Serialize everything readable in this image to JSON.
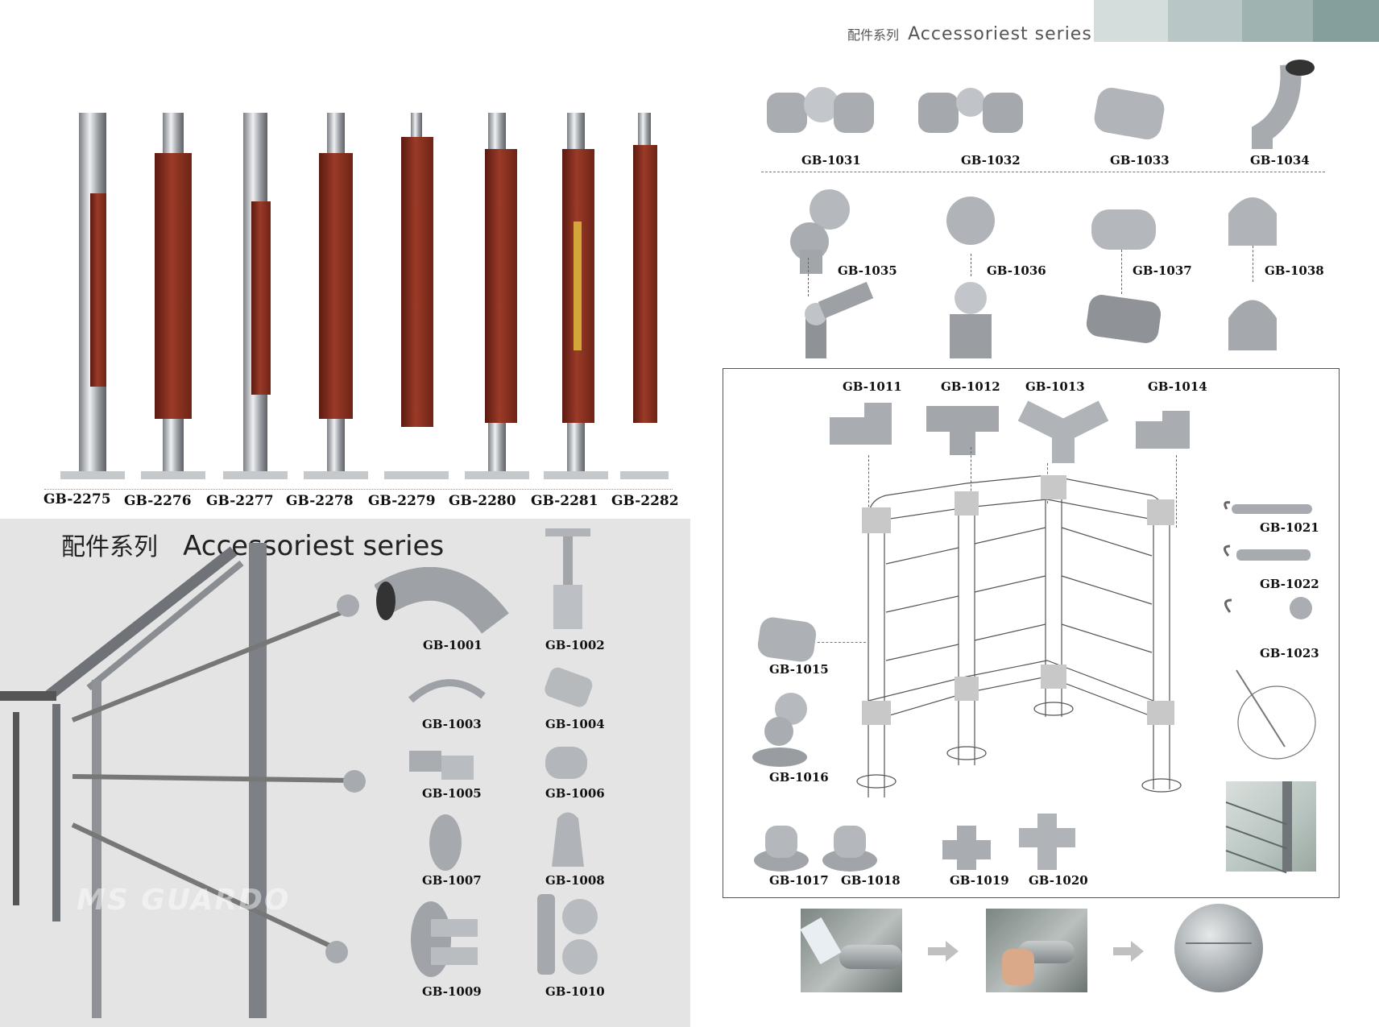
{
  "header": {
    "title_cn": "配件系列",
    "title_en": "Accessoriest series",
    "stripe_colors": [
      "#d5dcdc",
      "#b8c7c5",
      "#9fb4b1",
      "#85a09c"
    ]
  },
  "left_panel": {
    "title_cn": "配件系列",
    "title_en": "Accessoriest series",
    "watermark": "MS GUARDO",
    "background": "#e4e4e4"
  },
  "posts": [
    "GB-2275",
    "GB-2276",
    "GB-2277",
    "GB-2278",
    "GB-2279",
    "GB-2280",
    "GB-2281",
    "GB-2282"
  ],
  "left_fittings": [
    "GB-1001",
    "GB-1002",
    "GB-1003",
    "GB-1004",
    "GB-1005",
    "GB-1006",
    "GB-1007",
    "GB-1008",
    "GB-1009",
    "GB-1010"
  ],
  "top_fittings": [
    "GB-1031",
    "GB-1032",
    "GB-1033",
    "GB-1034"
  ],
  "mid_fittings": [
    "GB-1035",
    "GB-1036",
    "GB-1037",
    "GB-1038"
  ],
  "diagram_top": [
    "GB-1011",
    "GB-1012",
    "GB-1013",
    "GB-1014"
  ],
  "diagram_right": [
    "GB-1021",
    "GB-1022",
    "GB-1023"
  ],
  "diagram_left": [
    "GB-1015",
    "GB-1016"
  ],
  "diagram_bottom": [
    "GB-1017",
    "GB-1018",
    "GB-1019",
    "GB-1020"
  ],
  "colors": {
    "wood": "#8a2f1f",
    "steel": "#b8bcc0",
    "accent_gold": "#d4a63a"
  }
}
